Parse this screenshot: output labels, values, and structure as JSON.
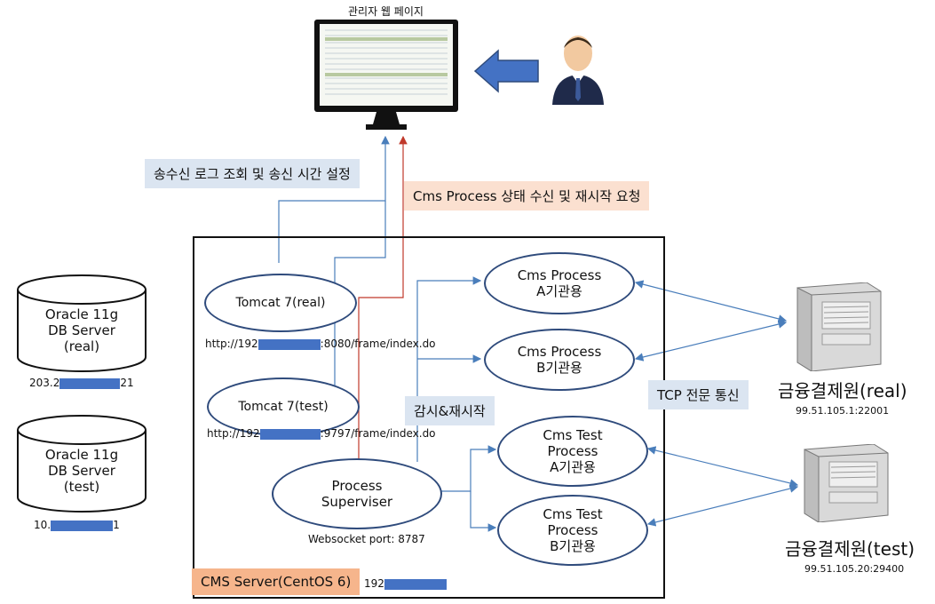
{
  "admin_page": {
    "title": "관리자 웹 페이지"
  },
  "labels": {
    "log_settings": "송수신 로그 조회 및 송신 시간 설정",
    "process_status": "Cms Process 상태 수신 및 재시작 요청",
    "monitor_restart": "감시&재시작",
    "tcp": "TCP 전문 통신",
    "cms_server": "CMS Server(CentOS 6)"
  },
  "nodes": {
    "tomcat_real": {
      "label": "Tomcat 7(real)",
      "url_prefix": "http://192",
      "url_suffix": ":8080/frame/index.do"
    },
    "tomcat_test": {
      "label": "Tomcat 7(test)",
      "url_prefix": "http://192",
      "url_suffix": ":9797/frame/index.do"
    },
    "supervisor": {
      "line1": "Process",
      "line2": "Superviser",
      "port": "Websocket  port:  8787"
    },
    "cms_a": {
      "line1": "Cms Process",
      "line2": "A기관용"
    },
    "cms_b": {
      "line1": "Cms Process",
      "line2": "B기관용"
    },
    "cms_test_a": {
      "line1": "Cms Test",
      "line2": "Process",
      "line3": "A기관용"
    },
    "cms_test_b": {
      "line1": "Cms Test",
      "line2": "Process",
      "line3": "B기관용"
    },
    "server_ip_prefix": "192"
  },
  "databases": {
    "real": {
      "line1": "Oracle 11g",
      "line2": "DB Server",
      "line3": "(real)",
      "ip_prefix": "203.2",
      "ip_suffix": "21"
    },
    "test": {
      "line1": "Oracle 11g",
      "line2": "DB Server",
      "line3": "(test)",
      "ip_prefix": "10.",
      "ip_suffix": "1"
    }
  },
  "external": {
    "real": {
      "name": "금융결제원(real)",
      "addr": "99.51.105.1:22001"
    },
    "test": {
      "name": "금융결제원(test)",
      "addr": "99.51.105.20:29400"
    }
  },
  "colors": {
    "line_blue": "#4a7ebb",
    "line_red": "#c0392b",
    "label_blue_bg": "#dbe5f1",
    "label_peach_bg": "#fbe0d0",
    "server_label_bg": "#f6b58c",
    "redact": "#4472c4"
  }
}
